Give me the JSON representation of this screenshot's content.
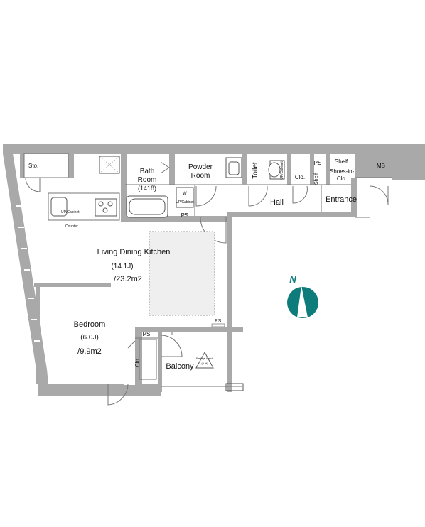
{
  "rooms": {
    "storage": "Sto.",
    "bath_room": "Bath",
    "bath_room_2": "Room",
    "bath_room_size": "(1418)",
    "powder_room": "Powder",
    "powder_room_2": "Room",
    "toilet": "Toilet",
    "toilet_cabinet": "UP/Cabinet",
    "closet_hall": "Clo.",
    "ps_hall": "PS",
    "shelf_vertical": "Shelf",
    "shelf": "Shelf",
    "shoes_in": "Shoes-in-",
    "shoes_in_2": "Clo.",
    "mb": "MB",
    "hall": "Hall",
    "entrance": "Entrance",
    "kitchen_cabinet": "UP/Cabinet",
    "counter": "Counter",
    "washer": "W",
    "powder_cabinet": "UP/Cabinet",
    "ps_powder": "PS",
    "ldk": "Living Dining Kitchen",
    "ldk_size": "(14.1J)",
    "ldk_area": "/23.2m2",
    "ps_balcony": "PS",
    "bedroom": "Bedroom",
    "bedroom_size": "(6.0J)",
    "bedroom_area": "/9.9m2",
    "ps_bedroom": "PS",
    "closet_bedroom": "Clo.",
    "balcony": "Balcony",
    "refuge_hatch": "Refuge hatch",
    "refuge_hatch_2": "(A.H)"
  },
  "compass": {
    "label": "N",
    "color": "#0e7c7b"
  },
  "colors": {
    "wall": "#a9a9a9",
    "line": "#555555",
    "hatch_dots": "#999999"
  }
}
